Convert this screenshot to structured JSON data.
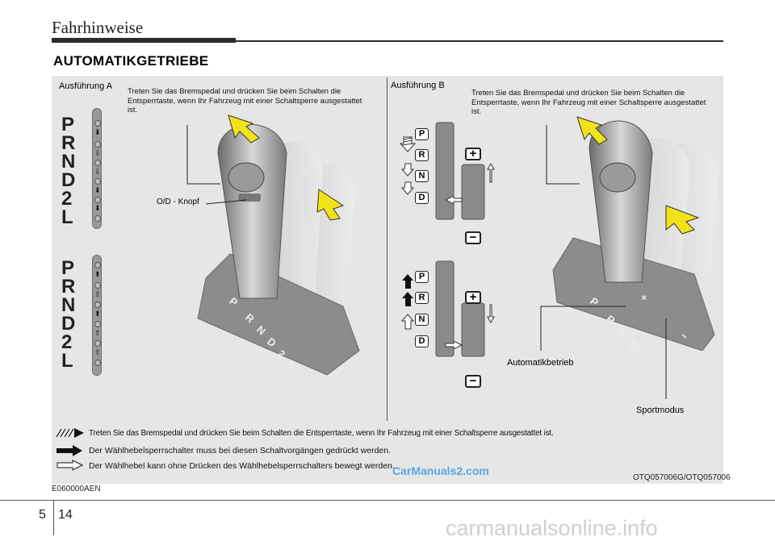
{
  "header": {
    "title": "Fahrhinweise"
  },
  "section_title": "AUTOMATIKGETRIEBE",
  "version_a": {
    "label": "Ausführung A",
    "note": "Treten Sie das Bremspedal und drücken Sie beim Schalten die Entsperrtaste, wenn Ihr Fahrzeug mit einer Schaltsperre ausgestattet ist.",
    "od_label": "O/D - Knopf",
    "gears": [
      "P",
      "R",
      "N",
      "D",
      "2",
      "L"
    ],
    "gate_labels": [
      "P",
      "R",
      "N",
      "D",
      "2",
      "L"
    ]
  },
  "version_b": {
    "label": "Ausführung B",
    "note": "Treten Sie das Bremspedal und drücken Sie beim Schalten die Entsperrtaste, wenn Ihr Fahrzeug mit einer Schaltsperre ausgestattet ist.",
    "keys": [
      "P",
      "R",
      "N",
      "D"
    ],
    "plus": "+",
    "minus": "−",
    "automatic_label": "Automatikbetrieb",
    "sport_label": "Sportmodus",
    "gate_labels": [
      "P",
      "R",
      "N",
      "D",
      "+",
      "−"
    ]
  },
  "legend": [
    {
      "icon": "striped-arrow-icon",
      "text": "Treten Sie das Bremspedal und drücken Sie beim Schalten die Entsperrtaste, wenn Ihr Fahrzeug mit einer Schaltsperre ausgestattet ist."
    },
    {
      "icon": "solid-arrow-icon",
      "text": "Der Wählhebelsperrschalter muss bei diesen Schaltvorgängen gedrückt werden."
    },
    {
      "icon": "outline-arrow-icon",
      "text": "Der Wählhebel kann ohne Drücken des Wählhebelsperrschalters bewegt werden."
    }
  ],
  "code_left": "E060000AEN",
  "code_right": "OTQ057006G/OTQ057006",
  "watermark": "CarManuals2.com",
  "footer": {
    "chapter": "5",
    "page": "14"
  },
  "site_watermark": "carmanualsonline.info",
  "colors": {
    "panel": "#e6e6e6",
    "arrow_yellow": "#f2e21a",
    "text": "#000000"
  }
}
